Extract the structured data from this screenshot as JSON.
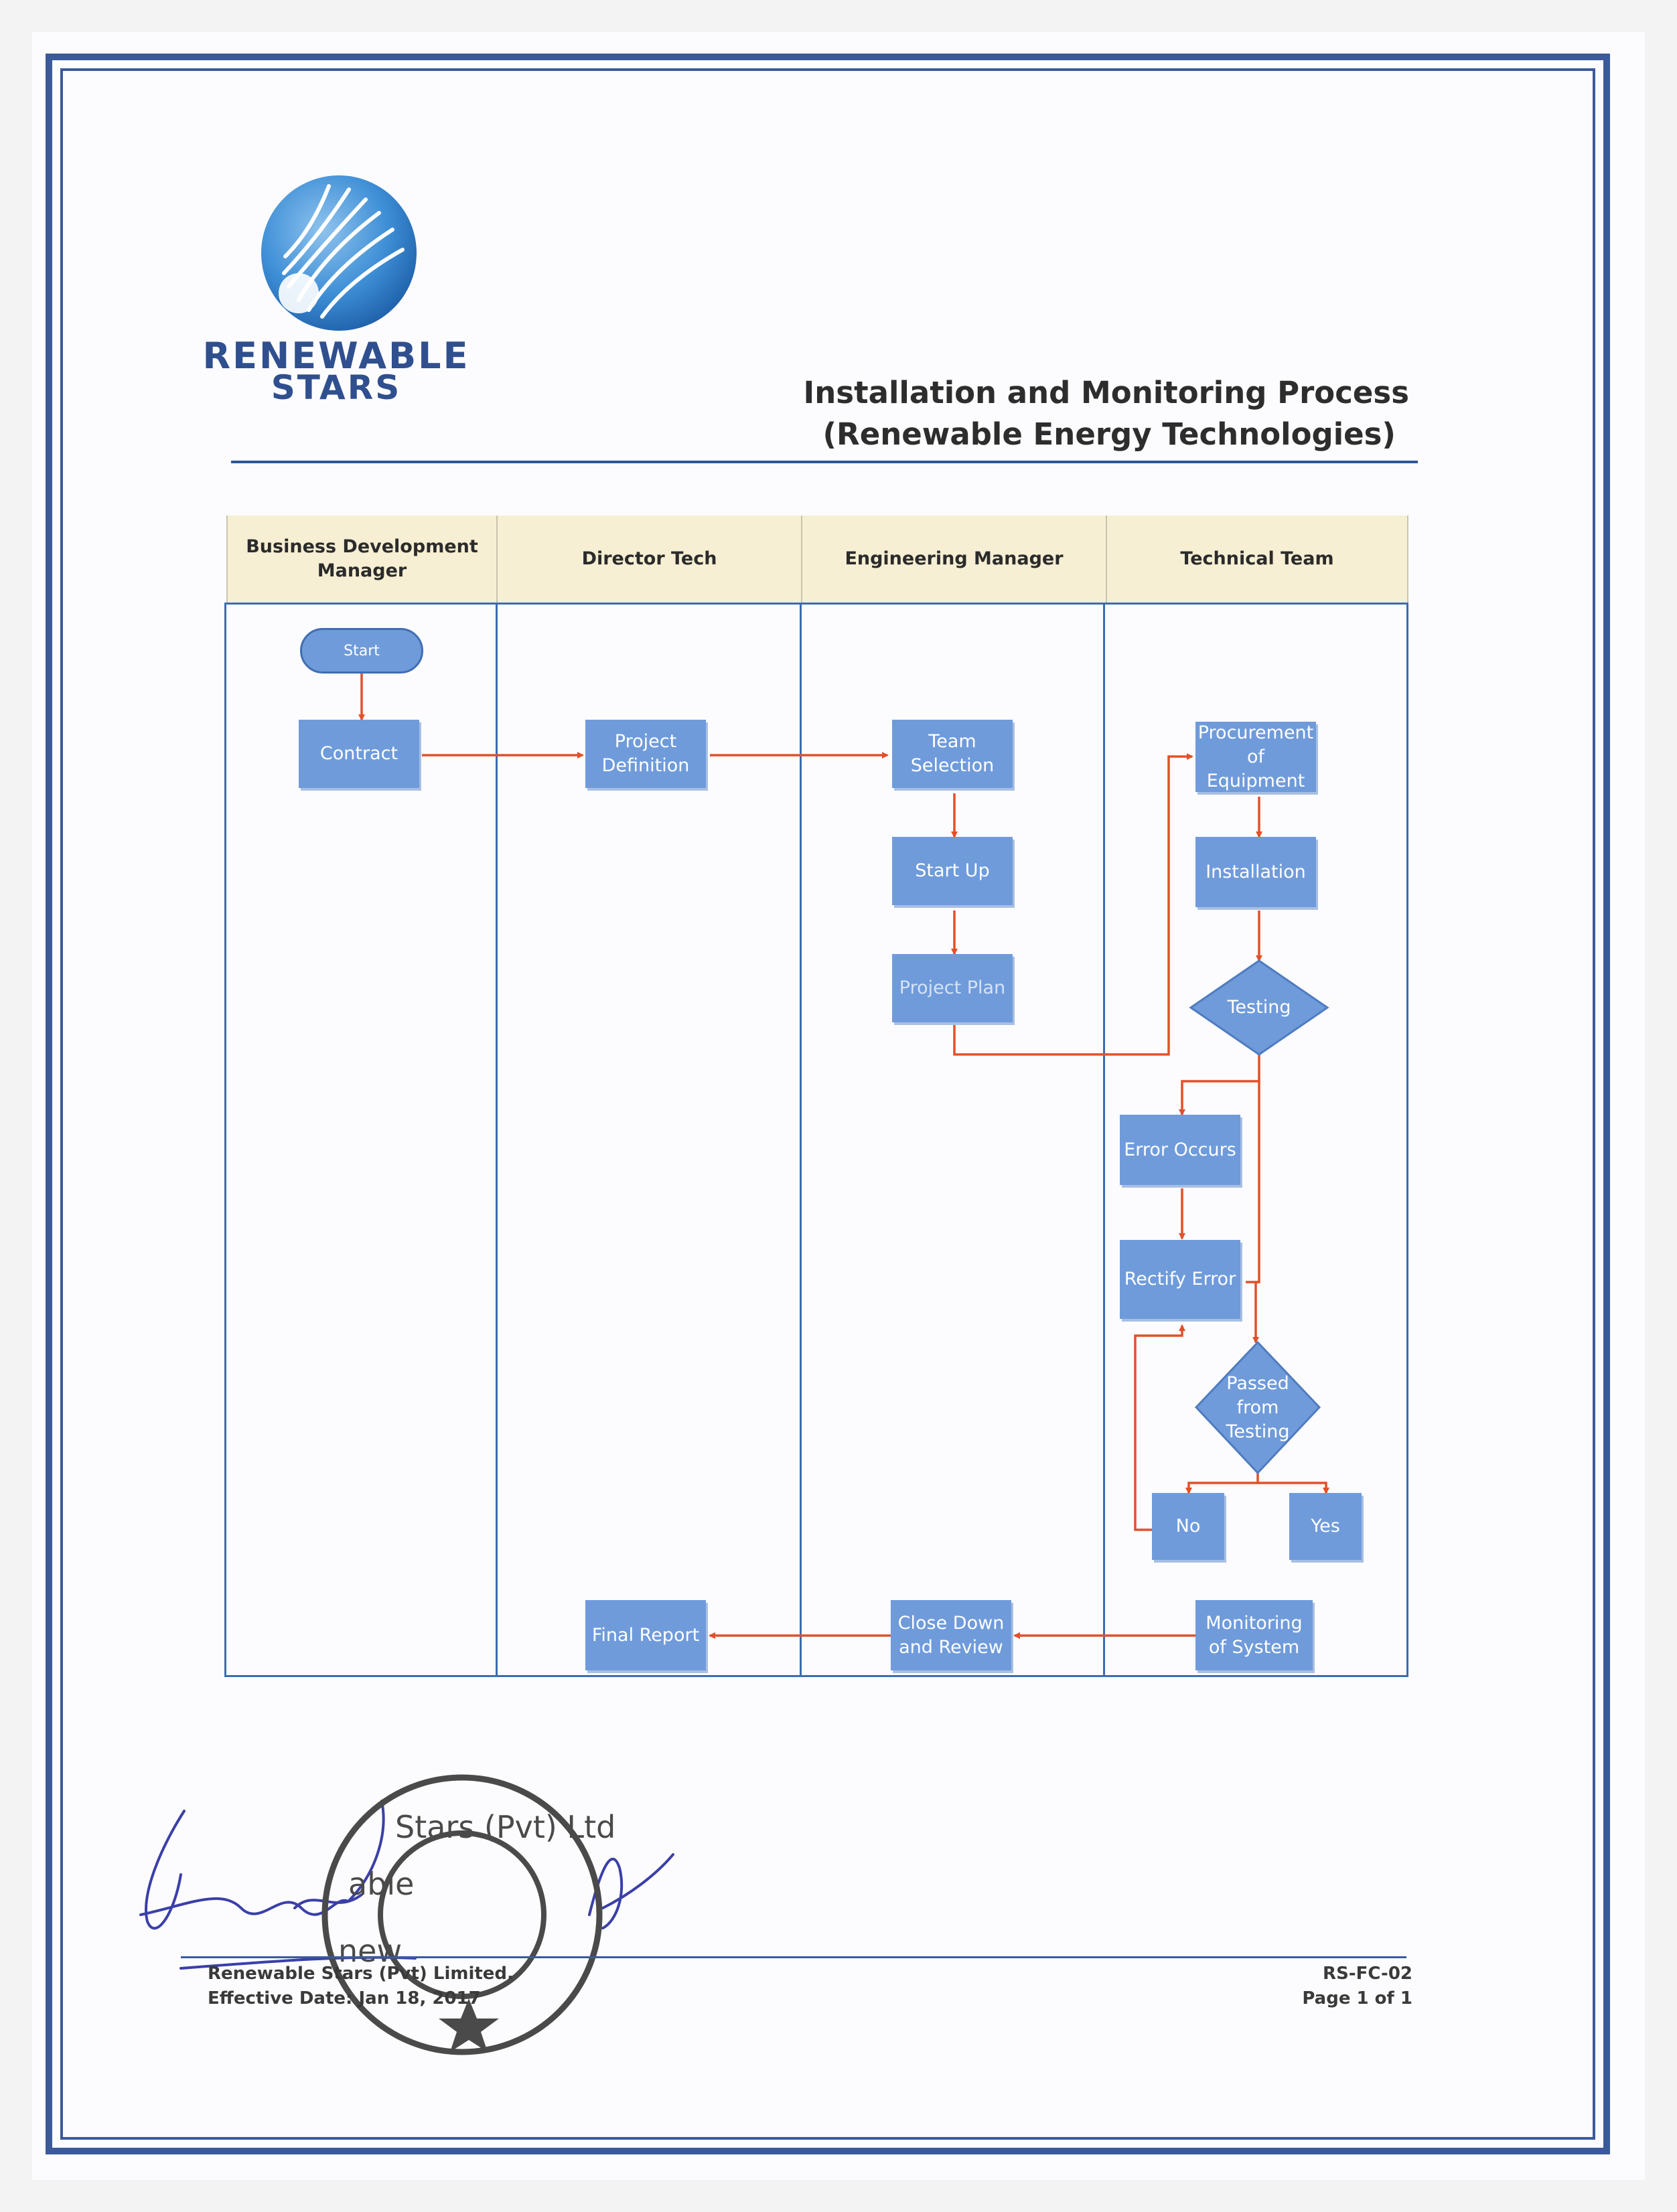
{
  "logo": {
    "line1": "RENEWABLE",
    "line2": "STARS"
  },
  "title": {
    "line1": "Installation and Monitoring Process",
    "line2": "(Renewable Energy Technologies)"
  },
  "lanes": [
    {
      "name": "Business Development Manager"
    },
    {
      "name": "Director Tech"
    },
    {
      "name": "Engineering Manager"
    },
    {
      "name": "Technical Team"
    }
  ],
  "nodes": {
    "start": "Start",
    "contract": "Contract",
    "project_definition": "Project Definition",
    "team_selection": "Team Selection",
    "start_up": "Start Up",
    "project_plan": "Project Plan",
    "procurement": "Procurement of Equipment",
    "installation": "Installation",
    "testing": "Testing",
    "error_occurs": "Error Occurs",
    "rectify_error": "Rectify Error",
    "passed_from_testing": "Passed from Testing",
    "no": "No",
    "yes": "Yes",
    "monitoring": "Monitoring of System",
    "close_down": "Close Down and Review",
    "final_report": "Final Report"
  },
  "footer": {
    "company": "Renewable Stars (Pvt) Limited.",
    "effective": "Effective Date: Jan 18, 2017",
    "doc_code": "RS-FC-02",
    "page": "Page 1 of 1"
  },
  "stamp": {
    "text": "Renewable Stars (Pvt) Ltd"
  },
  "colors": {
    "box": "#6f9bdb",
    "arrow": "#e2502a",
    "frame": "#3c5a9a",
    "lane_header": "#f6efd4"
  }
}
